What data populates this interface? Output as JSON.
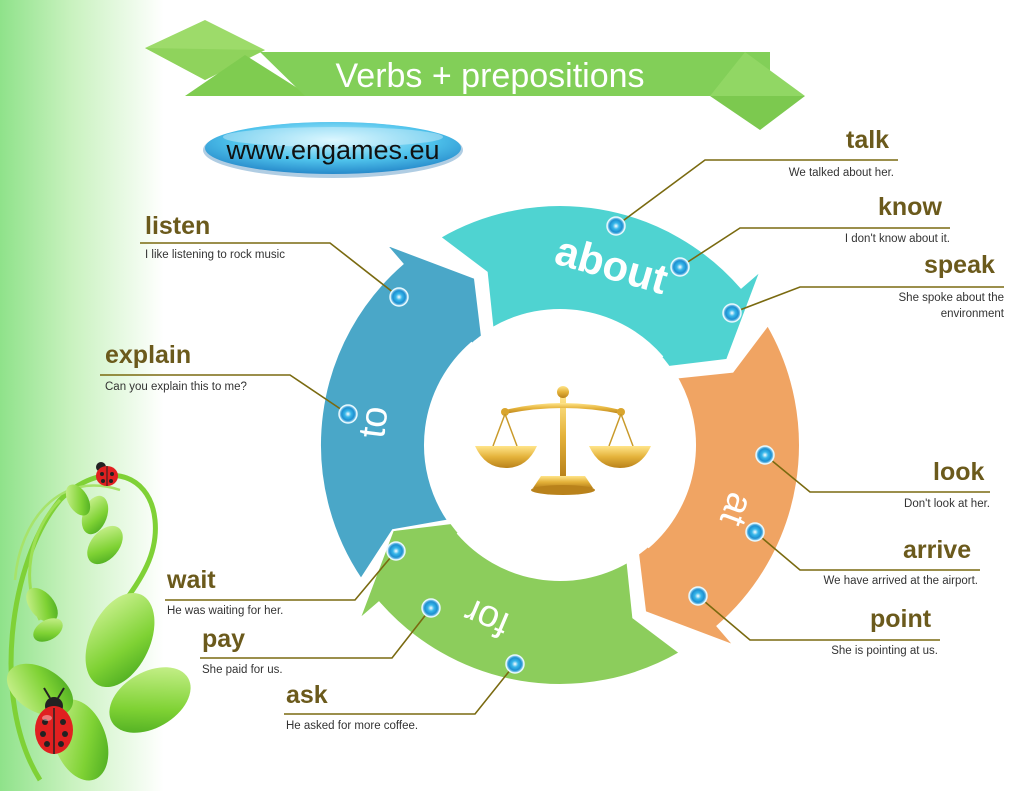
{
  "title": "Verbs + prepositions",
  "website": "www.engames.eu",
  "colors": {
    "to": "#4aa7c8",
    "about": "#4fd3d1",
    "at": "#f0a463",
    "for": "#8ccd5c",
    "banner": "#82cf58",
    "verb_text": "#6b5a1c",
    "leader_line": "#7a6a10"
  },
  "cycle": [
    {
      "preposition": "to",
      "color": "#4aa7c8"
    },
    {
      "preposition": "about",
      "color": "#4fd3d1"
    },
    {
      "preposition": "at",
      "color": "#f0a463"
    },
    {
      "preposition": "for",
      "color": "#8ccd5c"
    }
  ],
  "center_icon": "scales-of-justice-icon",
  "decoration": [
    "ladybug-icon",
    "ladybug-icon",
    "leaf-vine"
  ],
  "verbs": [
    {
      "id": "talk",
      "verb": "talk",
      "example": "We talked about her.",
      "preposition": "about"
    },
    {
      "id": "know",
      "verb": "know",
      "example": "I don't know about it.",
      "preposition": "about"
    },
    {
      "id": "speak",
      "verb": "speak",
      "example": "She spoke about the environment",
      "preposition": "about"
    },
    {
      "id": "listen",
      "verb": "listen",
      "example": "I like listening to rock music",
      "preposition": "to"
    },
    {
      "id": "explain",
      "verb": "explain",
      "example": "Can you explain this to me?",
      "preposition": "to"
    },
    {
      "id": "look",
      "verb": "look",
      "example": "Don't look at her.",
      "preposition": "at"
    },
    {
      "id": "arrive",
      "verb": "arrive",
      "example": "We have arrived at the airport.",
      "preposition": "at"
    },
    {
      "id": "point",
      "verb": "point",
      "example": "She is pointing at us.",
      "preposition": "at"
    },
    {
      "id": "wait",
      "verb": "wait",
      "example": "He was waiting for her.",
      "preposition": "for"
    },
    {
      "id": "pay",
      "verb": "pay",
      "example": "She paid for us.",
      "preposition": "for"
    },
    {
      "id": "ask",
      "verb": "ask",
      "example": "He asked for more coffee.",
      "preposition": "for"
    }
  ]
}
